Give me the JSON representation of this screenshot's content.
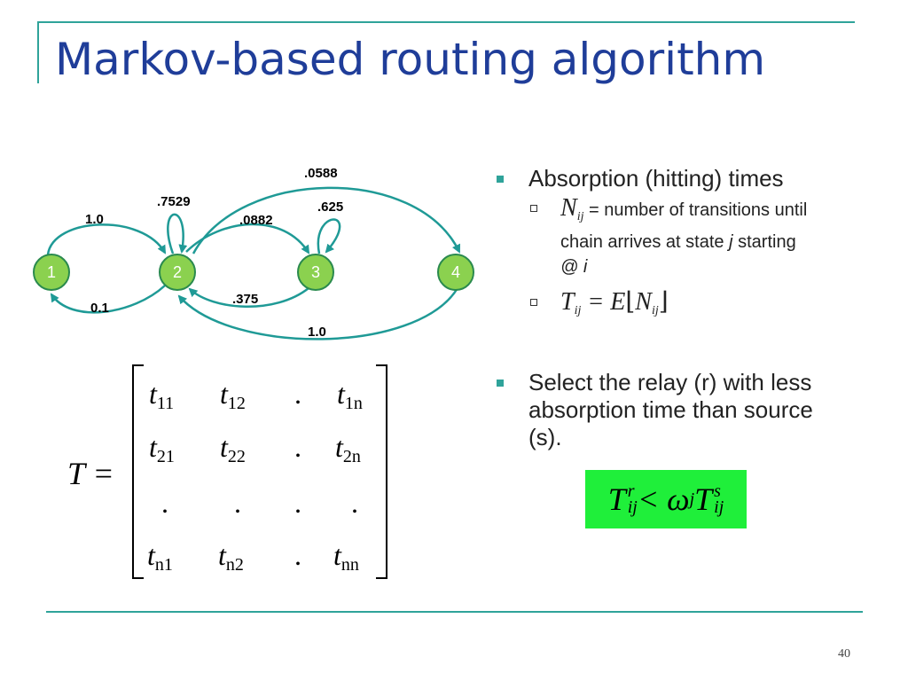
{
  "title": "Markov-based routing algorithm",
  "page_number": "40",
  "diagram": {
    "nodes": [
      "1",
      "2",
      "3",
      "4"
    ],
    "edges": [
      {
        "from": "1",
        "to": "2",
        "label": "1.0"
      },
      {
        "from": "2",
        "to": "1",
        "label": "0.1"
      },
      {
        "from": "2",
        "to": "2",
        "label": ".7529"
      },
      {
        "from": "2",
        "to": "3",
        "label": ".0882"
      },
      {
        "from": "3",
        "to": "2",
        "label": ".375"
      },
      {
        "from": "3",
        "to": "3",
        "label": ".625"
      },
      {
        "from": "2",
        "to": "4",
        "label": ".0588"
      },
      {
        "from": "4",
        "to": "2",
        "label": "1.0"
      }
    ],
    "node_color": "#8bd14f",
    "edge_color": "#1f9a96"
  },
  "matrix": {
    "lhs": "T =",
    "rows": [
      [
        {
          "b": "t",
          "s": "11"
        },
        {
          "b": "t",
          "s": "12"
        },
        {
          "b": ".",
          "s": ""
        },
        {
          "b": "t",
          "s": "1n"
        }
      ],
      [
        {
          "b": "t",
          "s": "21"
        },
        {
          "b": "t",
          "s": "22"
        },
        {
          "b": ".",
          "s": ""
        },
        {
          "b": "t",
          "s": "2n"
        }
      ],
      [
        {
          "b": ".",
          "s": ""
        },
        {
          "b": ".",
          "s": ""
        },
        {
          "b": ".",
          "s": ""
        },
        {
          "b": ".",
          "s": ""
        }
      ],
      [
        {
          "b": "t",
          "s": "n1"
        },
        {
          "b": "t",
          "s": "n2"
        },
        {
          "b": ".",
          "s": ""
        },
        {
          "b": "t",
          "s": "nn"
        }
      ]
    ]
  },
  "bullets": {
    "absorption": {
      "heading": "Absorption (hitting) times",
      "n_def": {
        "sym": "N",
        "sub": "ij",
        "text_1": " = number of transitions until",
        "text_2": "chain arrives at state ",
        "text_j": "j",
        "text_3": " starting",
        "text_4": "@ i"
      },
      "t_def": {
        "lhs": "T",
        "lhs_sub": "ij",
        "eq": " = E",
        "open": "⌊",
        "sym": "N",
        "sym_sub": "ij",
        "close": "⌋"
      }
    },
    "relay": {
      "line_1": "Select the relay (r) with less",
      "line_2": "absorption time than source",
      "line_3": "(s)."
    }
  },
  "relay_formula": {
    "lhs": "T",
    "lhs_sub": "ij",
    "lhs_sup": "r",
    "op": " < ω",
    "w_sub": "j",
    "rhs": "T",
    "rhs_sub": "ij",
    "rhs_sup": "s",
    "box_color": "#1fef3a"
  },
  "colors": {
    "title": "#1f3d99",
    "accent": "#2fa39a"
  }
}
